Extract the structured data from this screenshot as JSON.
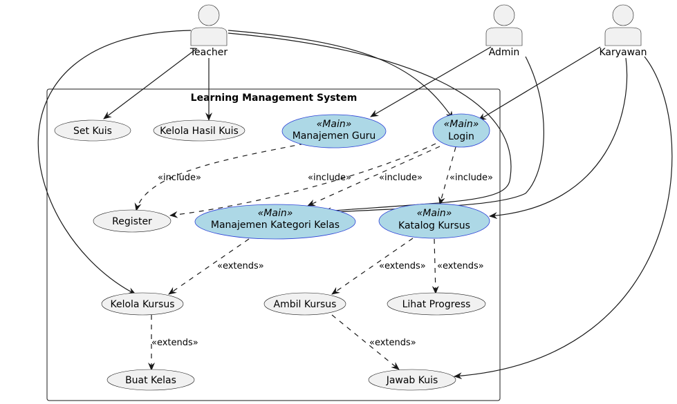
{
  "system": {
    "title": "Learning Management System"
  },
  "actors": {
    "teacher": "Teacher",
    "admin": "Admin",
    "karyawan": "Karyawan"
  },
  "stereotype_main": "«Main»",
  "use_cases": {
    "set_kuis": "Set Kuis",
    "kelola_hasil_kuis": "Kelola Hasil Kuis",
    "manajemen_guru": "Manajemen Guru",
    "login": "Login",
    "register": "Register",
    "manajemen_kategori_kelas": "Manajemen Kategori Kelas",
    "katalog_kursus": "Katalog Kursus",
    "kelola_kursus": "Kelola Kursus",
    "ambil_kursus": "Ambil Kursus",
    "lihat_progress": "Lihat Progress",
    "buat_kelas": "Buat Kelas",
    "jawab_kuis": "Jawab Kuis"
  },
  "relations": {
    "include": "«include»",
    "extends": "«extends»"
  },
  "colors": {
    "main_fill": "#add8e6",
    "main_border": "#2a3fd6",
    "default_fill": "#f1f1f1",
    "line": "#181818"
  }
}
